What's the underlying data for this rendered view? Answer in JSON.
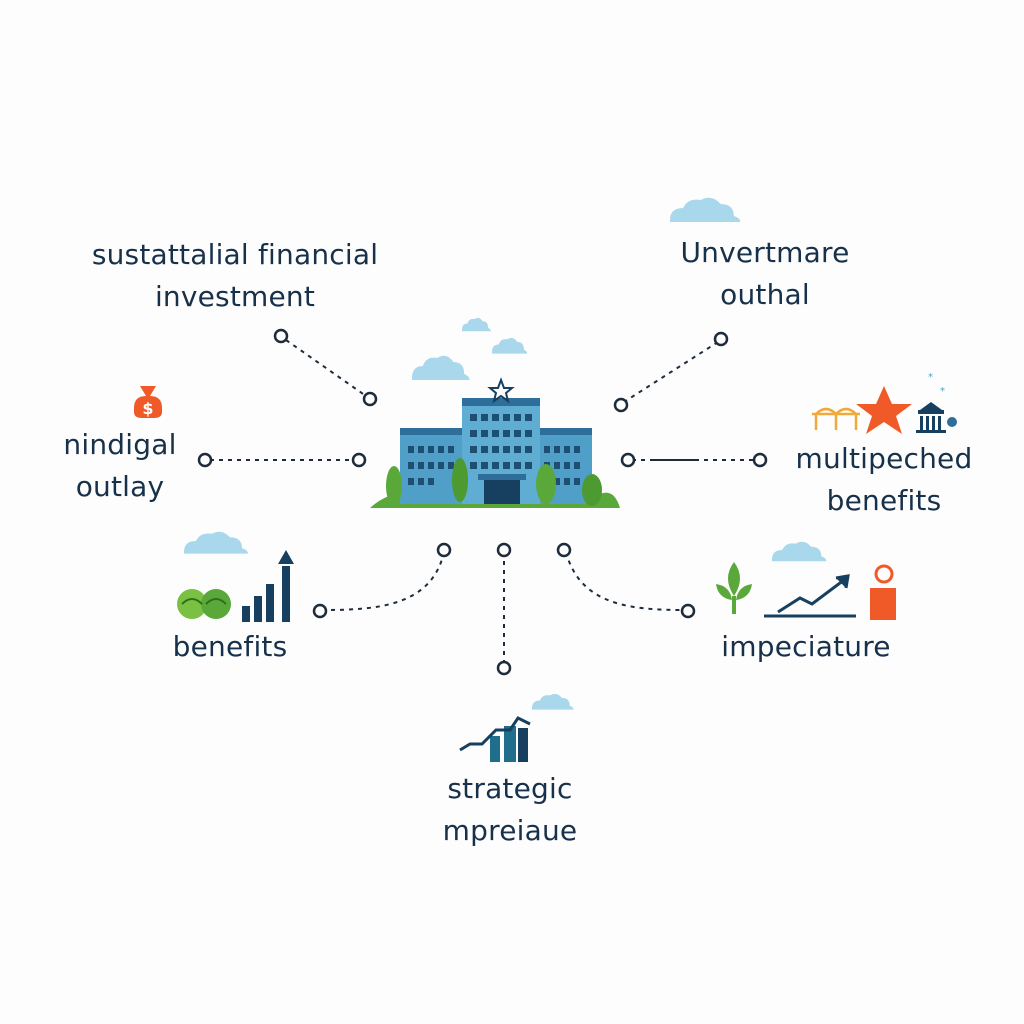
{
  "nodes": [
    {
      "id": "top-left",
      "lines": [
        "sustattalial financial",
        "investment"
      ]
    },
    {
      "id": "top-right",
      "lines": [
        "Unvertmare",
        "outhal"
      ]
    },
    {
      "id": "mid-left",
      "lines": [
        "nindigal",
        "outlay"
      ]
    },
    {
      "id": "mid-right",
      "lines": [
        "multipeched",
        "benefits"
      ]
    },
    {
      "id": "low-left",
      "lines": [
        "benefits"
      ]
    },
    {
      "id": "low-right",
      "lines": [
        "impeciature"
      ]
    },
    {
      "id": "bottom",
      "lines": [
        "strategic",
        "mpreiaue"
      ]
    }
  ],
  "center": {
    "icon": "school-building-icon"
  },
  "colors": {
    "text": "#18314a",
    "connector": "#1d2b3a",
    "building": "#4f9fc9",
    "building_dark": "#2d6f9a",
    "cloud": "#a9d8ec",
    "accent_orange": "#f05a28",
    "accent_green": "#5aa83a",
    "accent_yellow": "#f2a93b",
    "accent_navy": "#173f5f"
  },
  "icons": [
    "money-bag-icon",
    "bar-chart-icon",
    "cabbage-icon",
    "star-icon",
    "bridge-icon",
    "building-icon",
    "leaf-icon",
    "trend-arrow-icon",
    "person-icon",
    "stepped-chart-icon",
    "cloud-icon"
  ]
}
